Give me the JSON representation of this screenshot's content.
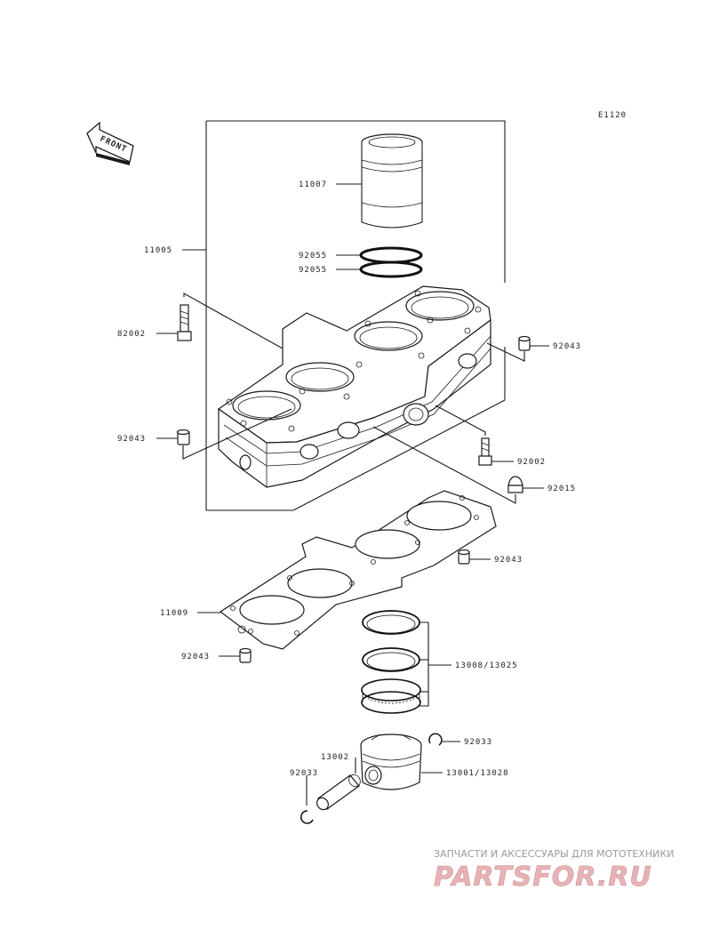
{
  "diagram_code": "E1120",
  "front_arrow_label": "FRONT",
  "parts": {
    "p11007": "11007",
    "p92055a": "92055",
    "p92055b": "92055",
    "p11005": "11005",
    "p82002": "82002",
    "p92043_right": "92043",
    "p92043_left": "92043",
    "p92002": "92002",
    "p92015": "92015",
    "p92043_gasket": "92043",
    "p11009": "11009",
    "p92043_lower": "92043",
    "p13008": "13008/13025",
    "p92033_right": "92033",
    "p13002": "13002",
    "p92033_left": "92033",
    "p13001": "13001/13028"
  },
  "watermark": {
    "tagline": "ЗАПЧАСТИ И АКСЕССУАРЫ ДЛЯ МОТОТЕХНИКИ",
    "logo": "PARTSFOR.RU"
  },
  "colors": {
    "line": "#1a1a1a",
    "watermark_logo": "#e8b3b6",
    "watermark_text": "#9a9a9a"
  }
}
